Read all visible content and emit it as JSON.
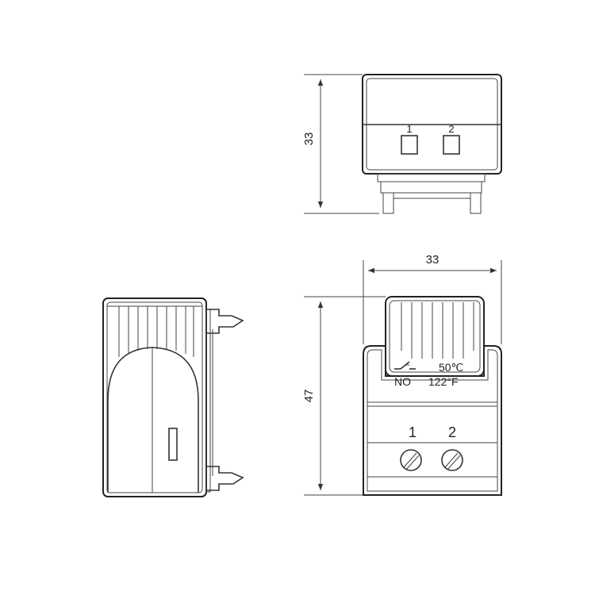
{
  "top_view": {
    "height_dimension": "33",
    "terminal_1_label": "1",
    "terminal_2_label": "2"
  },
  "front_view": {
    "width_dimension": "33",
    "height_dimension": "47",
    "temperature_celsius": "50℃",
    "temperature_fahrenheit": "122°F",
    "contact_type": "NO",
    "terminal_1_label": "1",
    "terminal_2_label": "2"
  }
}
